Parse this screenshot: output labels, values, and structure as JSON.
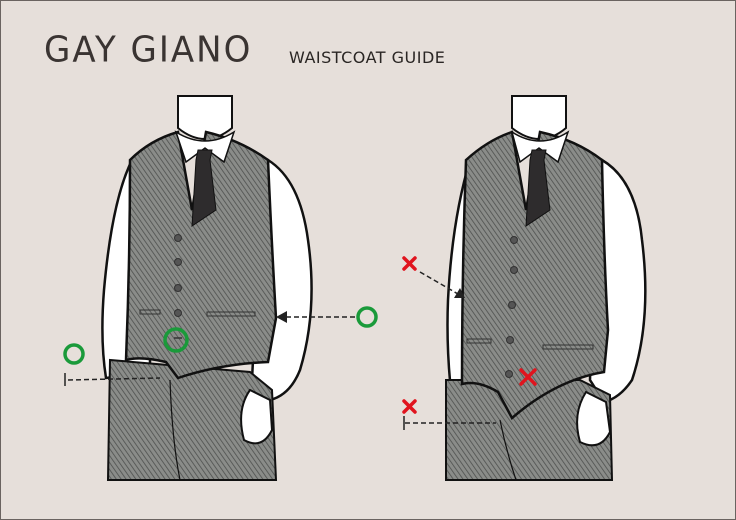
{
  "header": {
    "brand": "GAY GIANO",
    "subtitle": "WAISTCOAT GUIDE"
  },
  "figures": [
    {
      "name": "correct-fit",
      "markers": [
        "circle",
        "circle",
        "circle"
      ],
      "marker_color": "#1a9a3a"
    },
    {
      "name": "incorrect-fit",
      "markers": [
        "cross",
        "cross",
        "cross"
      ],
      "marker_color": "#e0141e"
    }
  ],
  "colors": {
    "background": "#e6dfda",
    "fabric": "#7b7d7a",
    "shirt": "#ffffff",
    "tie": "#2e2c2d",
    "outline": "#111111",
    "good": "#1a9a3a",
    "bad": "#e0141e"
  }
}
